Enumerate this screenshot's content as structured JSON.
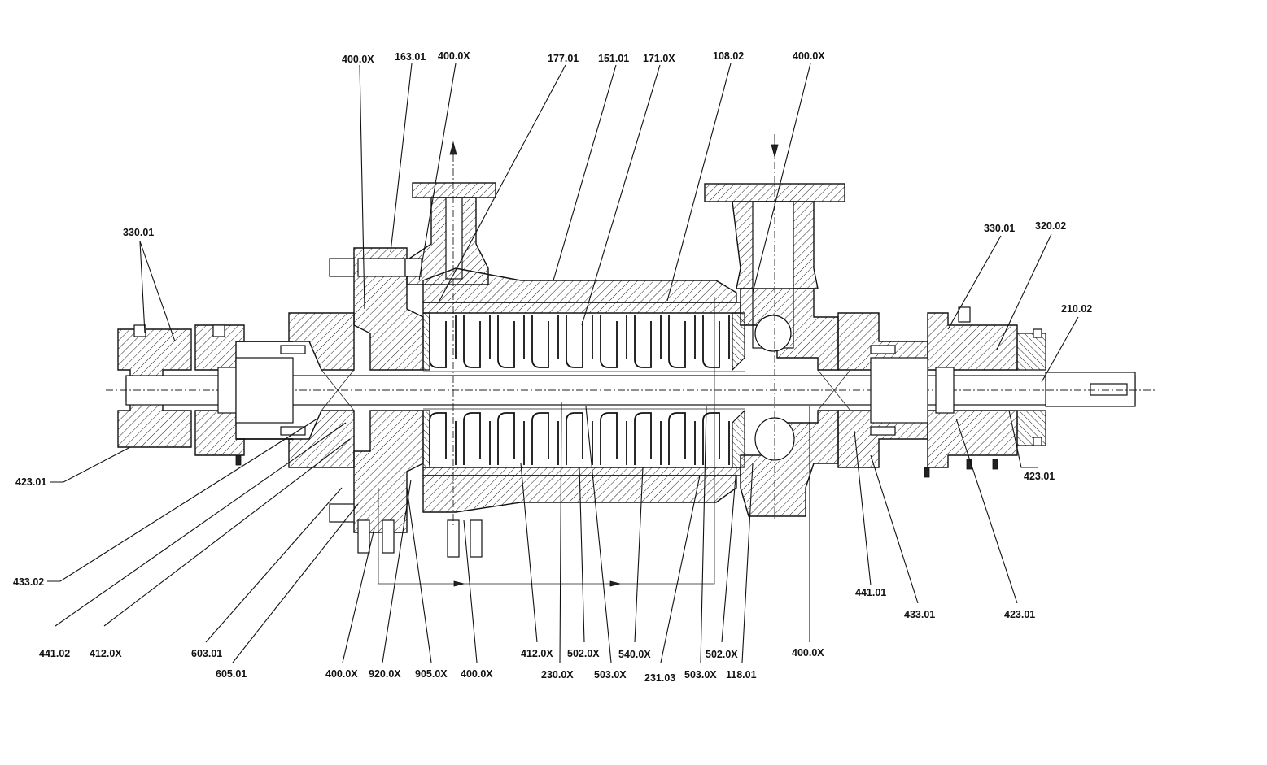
{
  "labels": {
    "l1": "400.0X",
    "l2": "163.01",
    "l3": "400.0X",
    "l4": "177.01",
    "l5": "151.01",
    "l6": "171.0X",
    "l7": "108.02",
    "l8": "400.0X",
    "l9": "330.01",
    "l10": "330.01",
    "l11": "320.02",
    "l12": "210.02",
    "l13": "423.01",
    "l14": "423.01",
    "l15": "433.02",
    "l16": "441.01",
    "l17": "433.01",
    "l18": "423.01",
    "l19": "441.02",
    "l20": "412.0X",
    "l21": "603.01",
    "l22": "605.01",
    "l23": "400.0X",
    "l24": "920.0X",
    "l25": "905.0X",
    "l26": "400.0X",
    "l27": "412.0X",
    "l28": "230.0X",
    "l29": "502.0X",
    "l30": "503.0X",
    "l31": "540.0X",
    "l32": "231.03",
    "l33": "503.0X",
    "l34": "502.0X",
    "l35": "118.01",
    "l36": "400.0X"
  }
}
